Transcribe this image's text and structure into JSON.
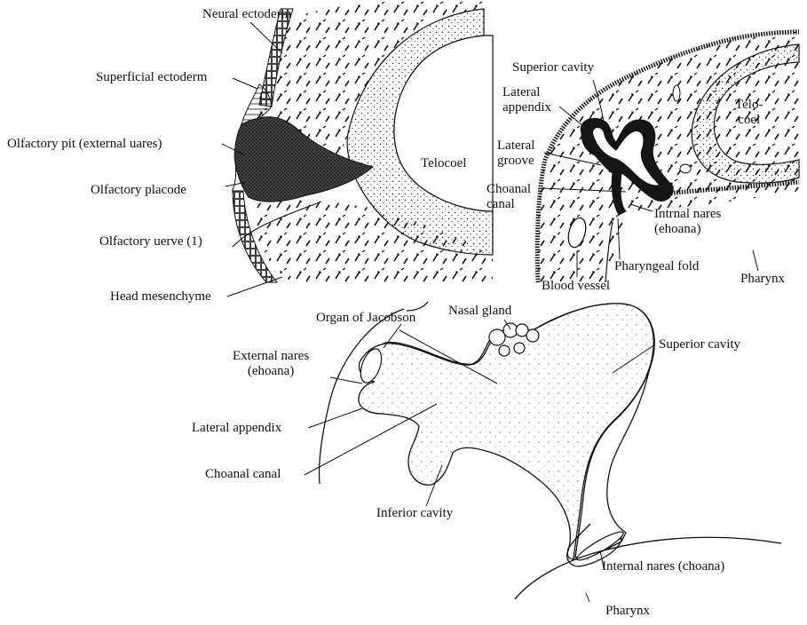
{
  "watermark": "",
  "labels": {
    "neural_ectoderm": "Neural ectoderm",
    "superficial_ectoderm": "Superficial ectoderm",
    "olfactory_pit": "Olfactory pit (external uares)",
    "olfactory_placode": "Olfactory placode",
    "olfactory_nerve": "Olfactory uerve (1)",
    "head_mesenchyme": "Head mesenchyme",
    "telocoel_left": "Telocoel",
    "superior_cavity_top": "Superior cavity",
    "lateral_appendix_top": "Lateral\nappendix",
    "lateral_groove": "Lateral\ngroove",
    "choanal_canal_top": "Choanal\ncanal",
    "telocoel_right": "Telo-\ncoel",
    "internal_nares_top": "Intrnal nares\n(ehoana)",
    "pharyngeal_fold": "Pharyngeal fold",
    "blood_vessel": "Blood vessel",
    "pharynx_top": "Pharynx",
    "organ_of_jacobson": "Organ of Jacobson",
    "nasal_gland": "Nasal gland",
    "superior_cavity_bottom": "Superior cavity",
    "external_nares": "External nares\n(ehoana)",
    "lateral_appendix_bottom": "Lateral appendix",
    "choanal_canal_bottom": "Choanal canal",
    "inferior_cavity": "Inferior cavity",
    "internal_nares_bottom": "Internal nares (choana)",
    "pharynx_bottom": "Pharynx"
  }
}
